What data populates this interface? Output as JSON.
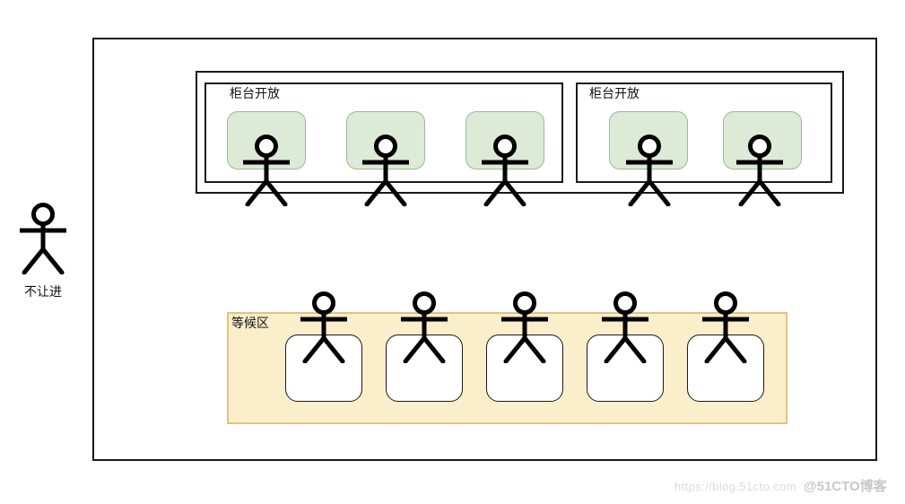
{
  "colors": {
    "green-fill": "#dcead6",
    "green-stroke": "#9fb69d",
    "yellow-fill": "#fbeecb",
    "yellow-stroke": "#dfc383",
    "outline": "#1a1a1a"
  },
  "diagram": {
    "counters": [
      {
        "label": "柜台开放",
        "seat_count": 3,
        "people_count": 3
      },
      {
        "label": "柜台开放",
        "seat_count": 2,
        "people_count": 2
      }
    ],
    "waiting_area": {
      "label": "等候区",
      "seat_count": 5,
      "people_count": 5
    },
    "outside_person": {
      "label": "不让进"
    }
  },
  "watermark": {
    "site_url": "https://blog.51cto.com",
    "handle": "@51CTO博客"
  }
}
